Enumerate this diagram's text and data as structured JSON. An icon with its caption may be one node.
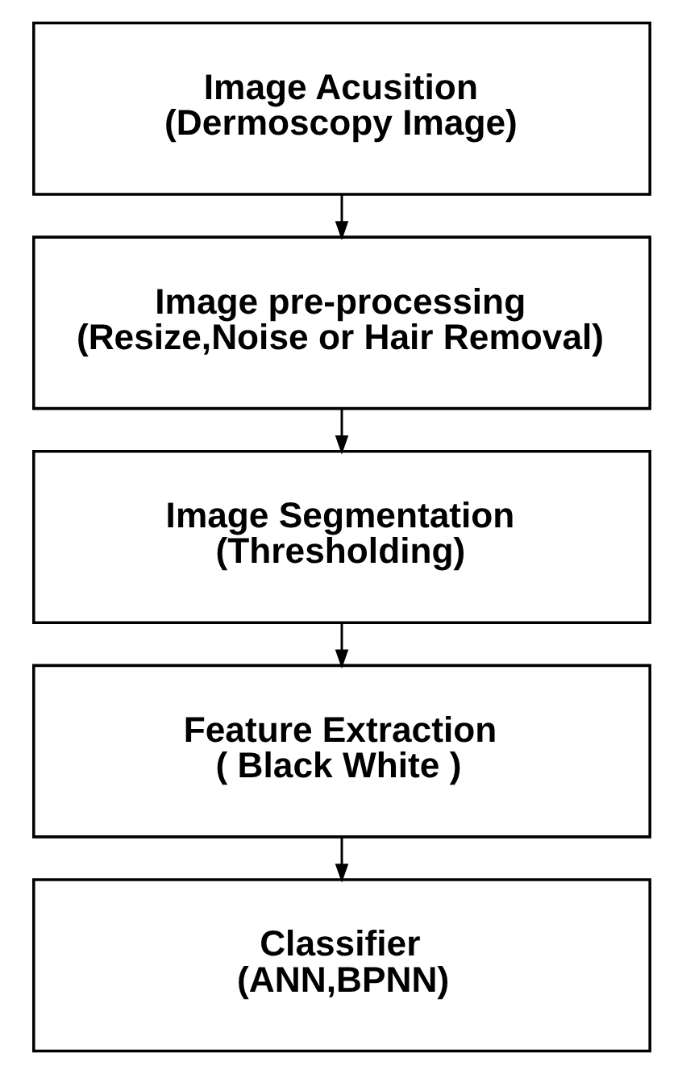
{
  "diagram": {
    "nodes": [
      {
        "text": [
          "Image Acusition",
          "(Dermoscopy Image)"
        ]
      },
      {
        "text": [
          "Image pre-processing",
          "(Resize,Noise or Hair Removal)"
        ]
      },
      {
        "text": [
          "Image Segmentation",
          "(Thresholding)"
        ]
      },
      {
        "text": [
          "Feature Extraction",
          "( Black White )"
        ]
      },
      {
        "text": [
          "Classifier",
          "(ANN,BPNN)"
        ]
      }
    ],
    "edges": [
      {
        "from": 0,
        "to": 1,
        "arrow": "to"
      },
      {
        "from": 1,
        "to": 2,
        "arrow": "to"
      },
      {
        "from": 2,
        "to": 3,
        "arrow": "to"
      },
      {
        "from": 3,
        "to": 4,
        "arrow": "to"
      }
    ]
  }
}
